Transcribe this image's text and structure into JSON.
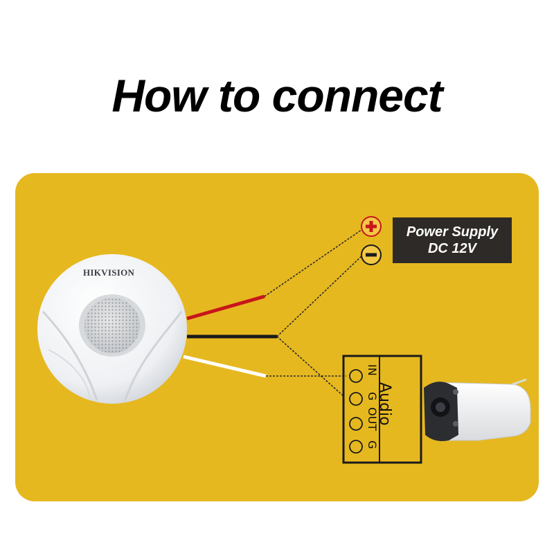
{
  "title": "How to connect",
  "colors": {
    "panel": "#e6b820",
    "red_wire": "#c8151b",
    "black_wire": "#1a1a1a",
    "white_wire": "#ffffff",
    "terminal_plus": "#c8151b",
    "terminal_minus": "#1a1a1a",
    "power_box": "#2d2a27"
  },
  "microphone": {
    "brand": "HIKVISION"
  },
  "power_supply": {
    "line1": "Power Supply",
    "line2": "DC 12V",
    "plus_symbol": "+",
    "minus_symbol": "−"
  },
  "audio_block": {
    "label": "Audio",
    "terminals": [
      "IN",
      "G",
      "OUT",
      "G"
    ]
  },
  "icons": {
    "microphone": "microphone-icon",
    "camera": "bullet-camera-icon"
  }
}
